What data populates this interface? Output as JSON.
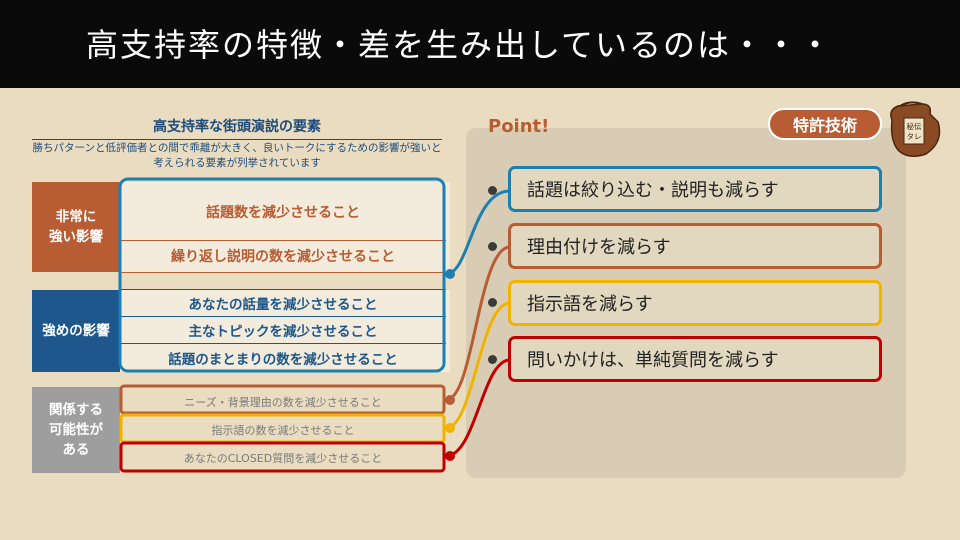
{
  "header": {
    "title": "高支持率の特徴・差を生み出しているのは・・・"
  },
  "left_panel": {
    "title": "高支持率な街頭演説の要素",
    "description": "勝ちパターンと低評価者との間で乖離が大きく、良いトークにするための影響が強いと考えられる要素が列挙されています",
    "categories": [
      {
        "label": "非常に\n強い影響",
        "color": "#b75c33",
        "factors": [
          "話題数を減少させること",
          "繰り返し説明の数を減少させること"
        ]
      },
      {
        "label": "強めの影響",
        "color": "#1d578c",
        "factors": [
          "あなたの話量を減少させること",
          "主なトピックを減少させること",
          "話題のまとまりの数を減少させること"
        ]
      },
      {
        "label": "関係する\n可能性が\nある",
        "color": "#9e9e9e",
        "factors": [
          "ニーズ・背景理由の数を減少させること",
          "指示語の数を減少させること",
          "あなたのCLOSED質問を減少させること"
        ]
      }
    ]
  },
  "point_panel": {
    "title": "Point!",
    "badge": "特許技術",
    "stamp": "秘伝タレ",
    "points": [
      {
        "text": "話題は絞り込む・説明も減らす",
        "color": "#1d7fb0"
      },
      {
        "text": "理由付けを減らす",
        "color": "#b75c33"
      },
      {
        "text": "指示語を減らす",
        "color": "#f0b400"
      },
      {
        "text": "問いかけは、単純質問を減らす",
        "color": "#c00000"
      }
    ]
  }
}
